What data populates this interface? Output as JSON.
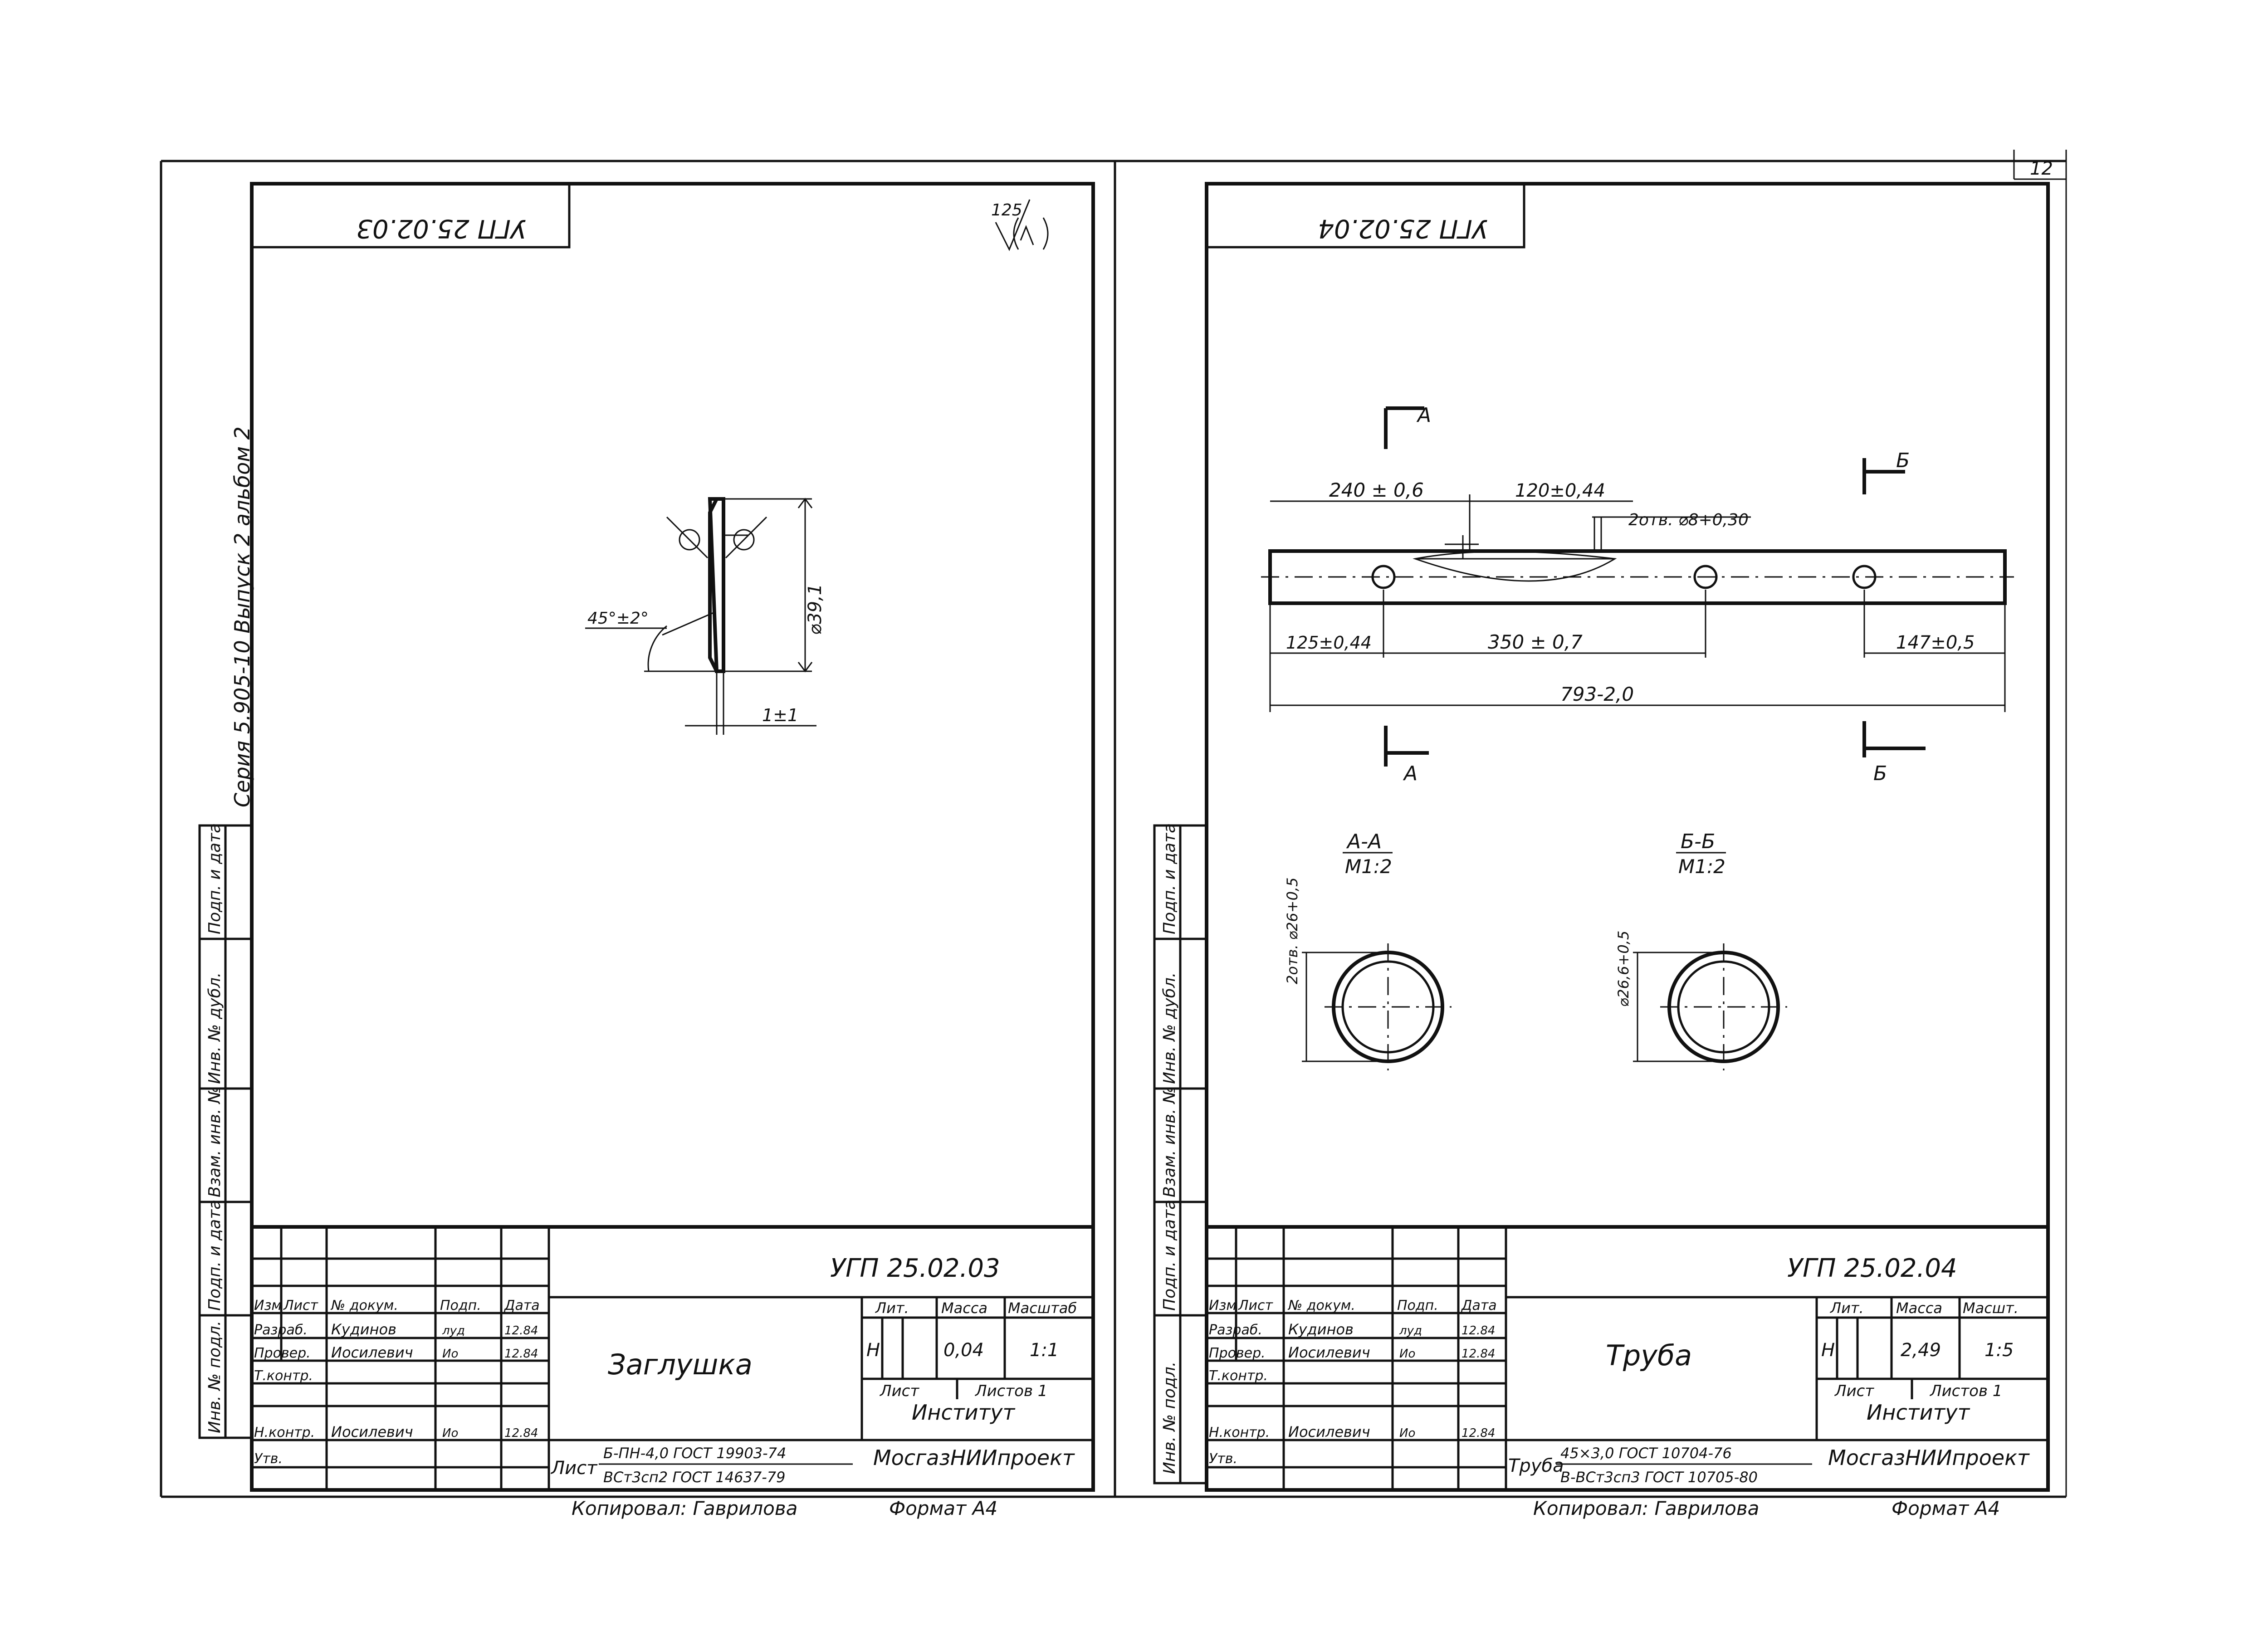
{
  "page_number": "12",
  "left_sheet": {
    "code_rotated": "УГП 25.02.03",
    "surface_roughness": "125",
    "series_vertical": "Серия 5.905-10  Выпуск 2  альбом 2",
    "dims": {
      "angle": "45°±2°",
      "diameter": "⌀39,1",
      "thickness": "1±1"
    },
    "title_block": {
      "code": "УГП 25.02.03",
      "name": "Заглушка",
      "col_headers": [
        "Изм",
        "Лист",
        "№ докум.",
        "Подп.",
        "Дата"
      ],
      "rows": [
        {
          "role": "Разраб.",
          "person": "Кудинов",
          "sign": "луд",
          "date": "12.84"
        },
        {
          "role": "Провер.",
          "person": "Иосилевич",
          "sign": "Ио",
          "date": "12.84"
        },
        {
          "role": "Т.контр.",
          "person": "",
          "sign": "",
          "date": ""
        },
        {
          "role": "Н.контр.",
          "person": "Иосилевич",
          "sign": "Ио",
          "date": "12.84"
        },
        {
          "role": "Утв.",
          "person": "",
          "sign": "",
          "date": ""
        }
      ],
      "lit_label": "Лит.",
      "mass_label": "Масса",
      "scale_label": "Масштаб",
      "lit_value": "Н",
      "mass_value": "0,04",
      "scale_value": "1:1",
      "sheet_label": "Лист",
      "sheets_label": "Листов 1",
      "material_prefix": "Лист",
      "material_line1": "Б-ПН-4,0 ГОСТ 19903-74",
      "material_line2": "ВСт3сп2 ГОСТ 14637-79",
      "org_line1": "Институт",
      "org_line2": "МосгазНИИпроект"
    },
    "copied": "Копировал: Гаврилова",
    "format": "Формат А4",
    "side_labels": [
      "Инв. № подл.",
      "Подп. и дата",
      "Взам. инв. №",
      "Инв. № дубл.",
      "Подп. и дата"
    ]
  },
  "right_sheet": {
    "code_rotated": "УГП 25.02.04",
    "dims": {
      "d1": "240 ± 0,6",
      "d2": "120±0,44",
      "holes": "2отв. ⌀8+0,30",
      "d3": "125±0,44",
      "d4": "350 ± 0,7",
      "d5": "147±0,5",
      "total": "793-2,0"
    },
    "section_marks": {
      "a": "А",
      "b": "Б"
    },
    "sections": [
      {
        "title": "А-А",
        "scale": "М1:2",
        "dim": "2отв. ⌀26+0,5"
      },
      {
        "title": "Б-Б",
        "scale": "М1:2",
        "dim": "⌀26,6+0,5"
      }
    ],
    "title_block": {
      "code": "УГП 25.02.04",
      "name": "Труба",
      "col_headers": [
        "Изм",
        "Лист",
        "№ докум.",
        "Подп.",
        "Дата"
      ],
      "rows": [
        {
          "role": "Разраб.",
          "person": "Кудинов",
          "sign": "луд",
          "date": "12.84"
        },
        {
          "role": "Провер.",
          "person": "Иосилевич",
          "sign": "Ио",
          "date": "12.84"
        },
        {
          "role": "Т.контр.",
          "person": "",
          "sign": "",
          "date": ""
        },
        {
          "role": "Н.контр.",
          "person": "Иосилевич",
          "sign": "Ио",
          "date": "12.84"
        },
        {
          "role": "Утв.",
          "person": "",
          "sign": "",
          "date": ""
        }
      ],
      "lit_label": "Лит.",
      "mass_label": "Масса",
      "scale_label": "Масшт.",
      "lit_value": "Н",
      "mass_value": "2,49",
      "scale_value": "1:5",
      "sheet_label": "Лист",
      "sheets_label": "Листов 1",
      "material_prefix": "Труба",
      "material_line1": "45×3,0 ГОСТ 10704-76",
      "material_line2": "В-ВСт3сп3 ГОСТ 10705-80",
      "org_line1": "Институт",
      "org_line2": "МосгазНИИпроект"
    },
    "copied": "Копировал: Гаврилова",
    "format": "Формат А4",
    "side_labels": [
      "Инв. № подл.",
      "Подп. и дата",
      "Взам. инв. №",
      "Инв. № дубл.",
      "Подп. и дата"
    ]
  }
}
